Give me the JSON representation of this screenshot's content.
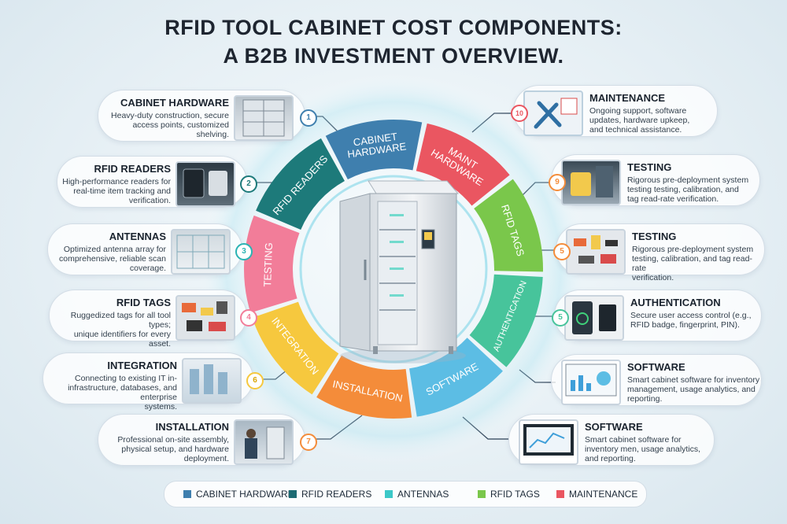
{
  "title": {
    "line1": "RFID TOOL CABINET COST COMPONENTS:",
    "line2": "A B2B INVESTMENT OVERVIEW."
  },
  "ring": [
    {
      "label1": "CABINET",
      "label2": "HARDWARE",
      "color": "#3f7fae"
    },
    {
      "label1": "MAINT",
      "label2": "HARDWARE",
      "color": "#ea5661"
    },
    {
      "label1": "RFID TAGS",
      "label2": "",
      "color": "#7ac74b"
    },
    {
      "label1": "AUTHENTICATION",
      "label2": "",
      "color": "#47c49b"
    },
    {
      "label1": "SOFTWARE",
      "label2": "",
      "color": "#5cbde4"
    },
    {
      "label1": "INSTALLATION",
      "label2": "",
      "color": "#f48c3a"
    },
    {
      "label1": "INTEGRATION",
      "label2": "",
      "color": "#f6c83e"
    },
    {
      "label1": "TESTING",
      "label2": "",
      "color": "#f27d99"
    },
    {
      "label1": "RFID READERS",
      "label2": "",
      "color": "#1d7a7a"
    }
  ],
  "left_cards": [
    {
      "num": "1",
      "title": "CABINET HARDWARE",
      "desc": [
        "Heavy-duty construction, secure",
        "access points, customized shelving."
      ],
      "color": "#3f7fae"
    },
    {
      "num": "2",
      "title": "RFID READERS",
      "desc": [
        "High-performance readers for",
        "real-time item tracking and",
        "verification."
      ],
      "color": "#1d7a7a"
    },
    {
      "num": "3",
      "title": "ANTENNAS",
      "desc": [
        "Optimized antenna array for",
        "comprehensive, reliable scan",
        "coverage."
      ],
      "color": "#2ab3b3"
    },
    {
      "num": "4",
      "title": "RFID TAGS",
      "desc": [
        "Ruggedized tags for all tool types;",
        "unique identifiers for every asset."
      ],
      "color": "#f27d99"
    },
    {
      "num": "6",
      "title": "INTEGRATION",
      "desc": [
        "Connecting to existing IT in-",
        "infrastructure, databases, and enterprise",
        "systems."
      ],
      "color": "#f6c83e"
    },
    {
      "num": "7",
      "title": "INSTALLATION",
      "desc": [
        "Professional on-site assembly,",
        "physical setup, and hardware",
        "deployment."
      ],
      "color": "#f48c3a"
    }
  ],
  "right_cards": [
    {
      "num": "10",
      "title": "MAINTENANCE",
      "desc": [
        "Ongoing support, software",
        "updates, hardware upkeep,",
        "and technical assistance."
      ],
      "color": "#ea5661"
    },
    {
      "num": "9",
      "title": "TESTING",
      "desc": [
        "Rigorous pre-deployment system",
        "testing testing, calibration, and",
        "tag read-rate verification."
      ],
      "color": "#f48c3a"
    },
    {
      "num": "5",
      "title": "TESTING",
      "desc": [
        "Rigorous pre-deployment system",
        "testing, calibration, and tag read-rate",
        "verification."
      ],
      "color": "#f48c3a"
    },
    {
      "num": "5",
      "title": "AUTHENTICATION",
      "desc": [
        "Secure user access control (e.g.,",
        "RFID badge, fingerprint, PIN)."
      ],
      "color": "#47c49b"
    },
    {
      "num": "",
      "title": "SOFTWARE",
      "desc": [
        "Smart cabinet software for inventory",
        "management, usage analytics, and",
        "reporting."
      ],
      "color": "#5cbde4"
    },
    {
      "num": "",
      "title": "SOFTWARE",
      "desc": [
        "Smart cabinet software for",
        "inventory men, usage analytics,",
        "and reporting."
      ],
      "color": "#5cbde4"
    }
  ],
  "legend": [
    {
      "label": "CABINET HARDWARE",
      "color": "#3f7fae"
    },
    {
      "label": "RFID READERS",
      "color": "#1d6b73"
    },
    {
      "label": "ANTENNAS",
      "color": "#3cc8c8"
    },
    {
      "label": "RFID TAGS",
      "color": "#7ac74b"
    },
    {
      "label": "MAINTENANCE",
      "color": "#ea5661"
    }
  ]
}
